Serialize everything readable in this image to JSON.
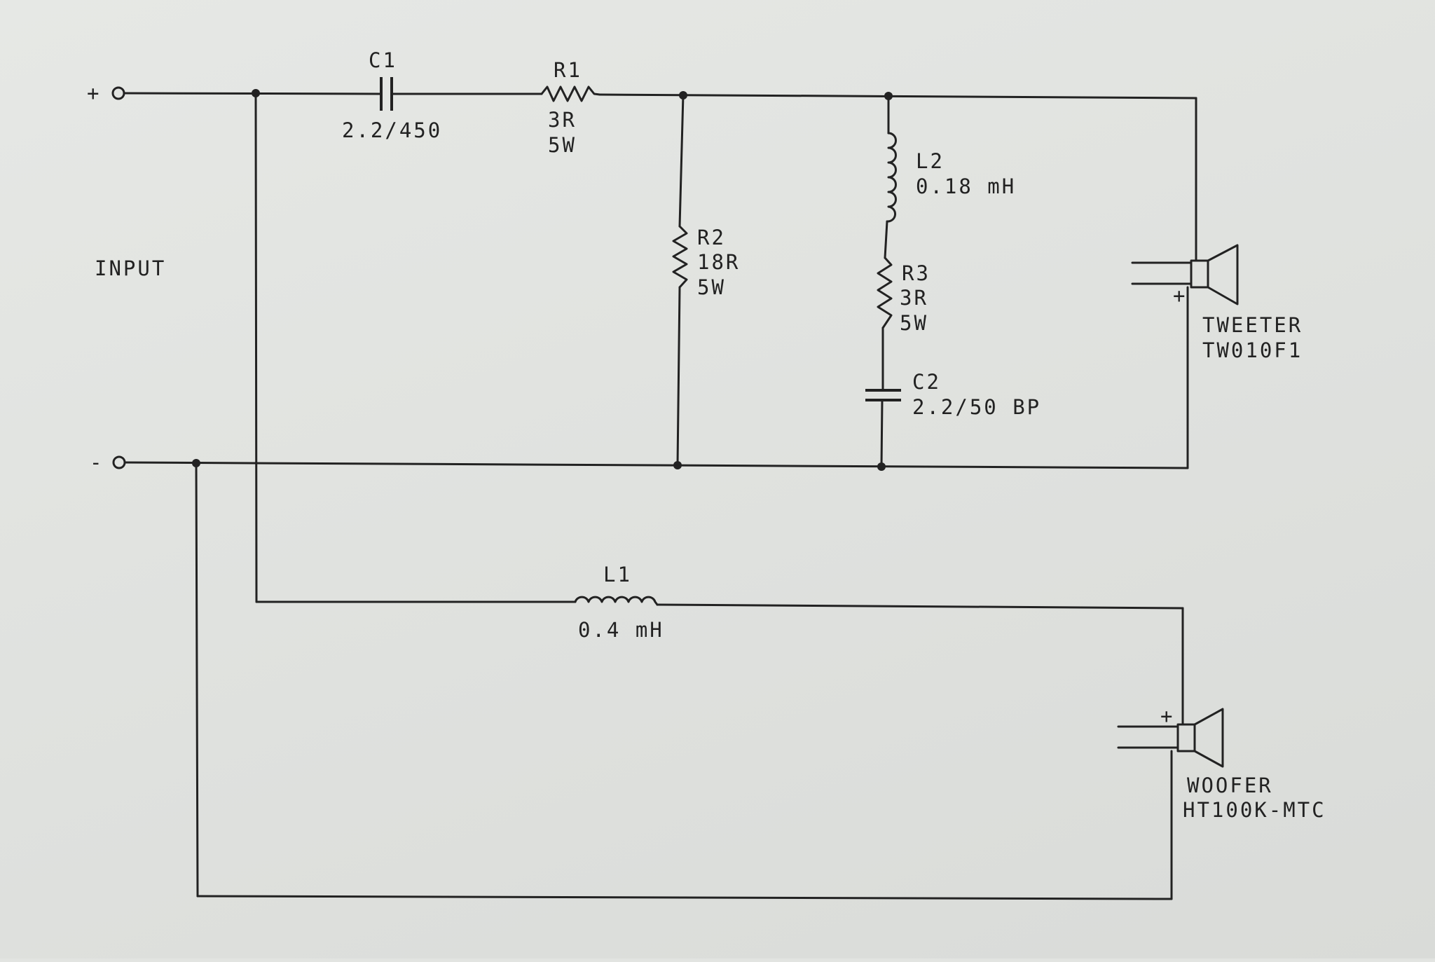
{
  "input": {
    "label": "INPUT",
    "plus_sign": "+",
    "minus_sign": "-"
  },
  "c1": {
    "name": "C1",
    "value": "2.2/450"
  },
  "r1": {
    "name": "R1",
    "value": "3R",
    "power": "5W"
  },
  "r2": {
    "name": "R2",
    "value": "18R",
    "power": "5W"
  },
  "l2": {
    "name": "L2",
    "value": "0.18 mH"
  },
  "r3": {
    "name": "R3",
    "value": "3R",
    "power": "5W"
  },
  "c2": {
    "name": "C2",
    "value": "2.2/50 BP"
  },
  "l1": {
    "name": "L1",
    "value": "0.4 mH"
  },
  "tweeter": {
    "label": "TWEETER",
    "model": "TW010F1",
    "polarity": "+"
  },
  "woofer": {
    "label": "WOOFER",
    "model": "HT100K-MTC",
    "polarity": "+"
  }
}
